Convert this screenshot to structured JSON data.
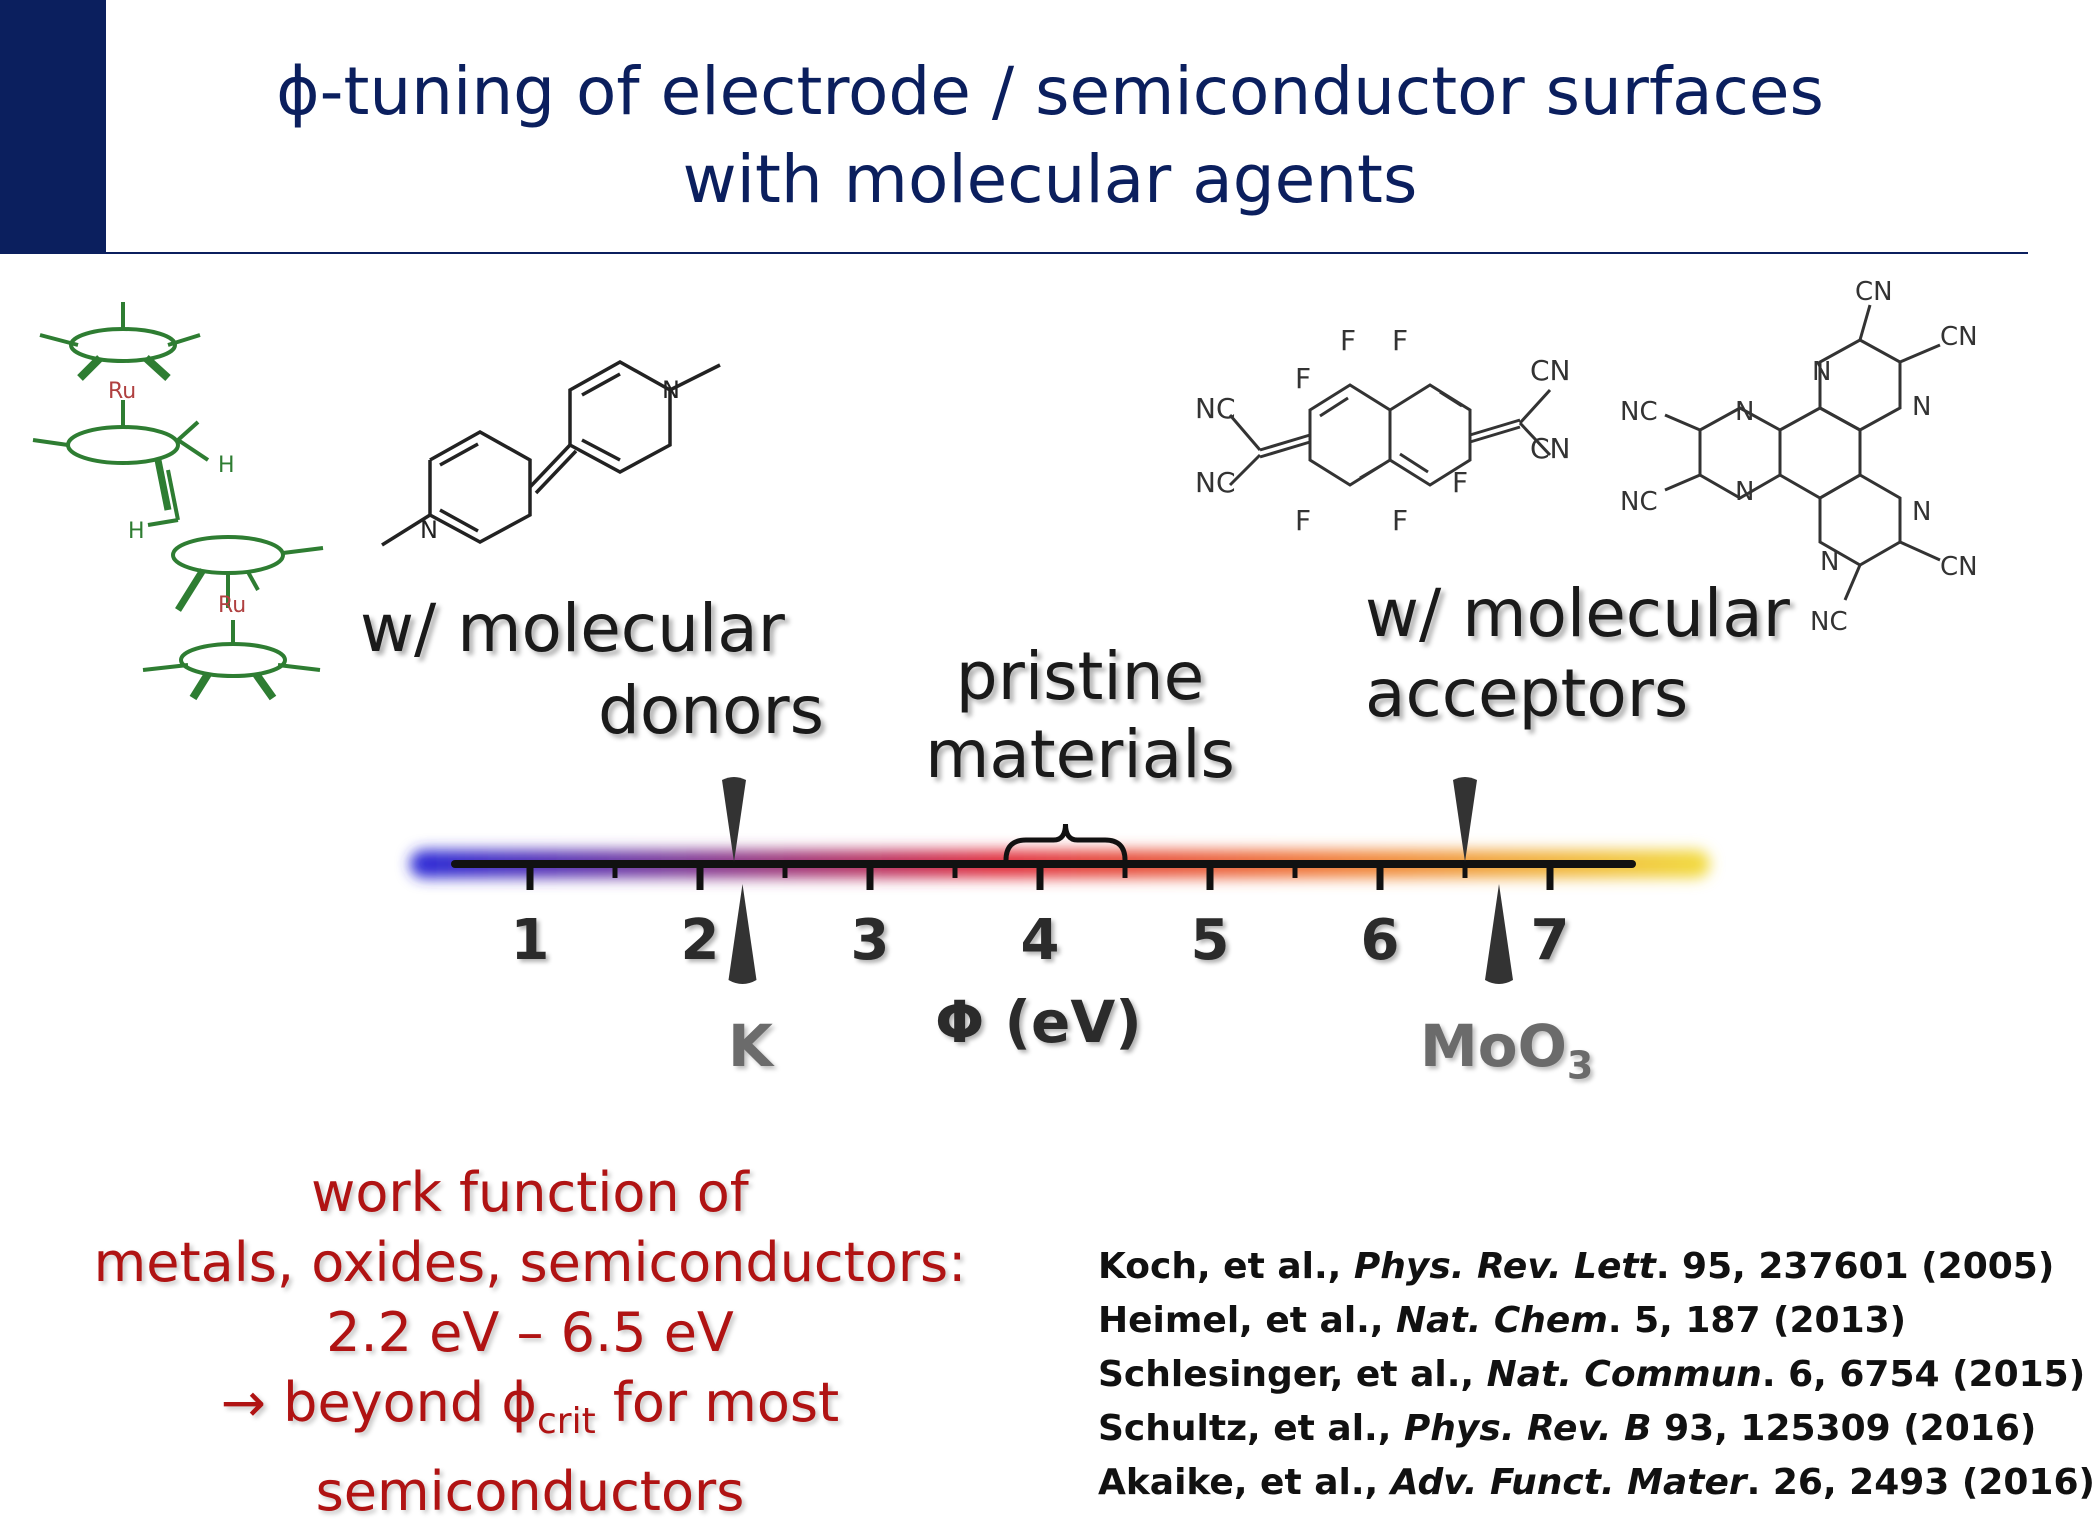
{
  "title": {
    "line1": "ϕ-tuning of electrode / semiconductor surfaces",
    "line2": "with molecular agents"
  },
  "donors": {
    "line1": "w/ molecular",
    "line2": "donors"
  },
  "pristine": {
    "line1": "pristine",
    "line2": "materials"
  },
  "acceptors": {
    "line1": "w/ molecular",
    "line2": "acceptors"
  },
  "scale": {
    "ticks": [
      "1",
      "2",
      "3",
      "4",
      "5",
      "6",
      "7"
    ],
    "axis_label": "Φ (eV)",
    "markers": [
      {
        "label": "K",
        "value": 2.25
      },
      {
        "label": "MoO3",
        "value": 6.7
      }
    ],
    "donor_marker_value": 2.2,
    "acceptor_marker_value": 6.5,
    "pristine_range": [
      3.8,
      4.5
    ]
  },
  "structures": {
    "ru_dimer_atoms": {
      "ru_top": "Ru",
      "ru_bottom": "Ru",
      "h1": "H",
      "h2": "H"
    },
    "bipyridinylidene_atoms": {
      "n1": "N",
      "n2": "N"
    },
    "f6tcnnq_atoms": {
      "f": "F",
      "nc": "NC",
      "cn": "CN"
    },
    "hatcn_atoms": {
      "n": "N",
      "nc": "NC",
      "cn": "CN"
    }
  },
  "summary": {
    "line1": "work function of",
    "line2": "metals, oxides, semiconductors:",
    "line3": "2.2 eV –  6.5 eV",
    "line4_prefix": "→ beyond ϕ",
    "line4_sub": "crit",
    "line4_suffix": " for most",
    "line5": "semiconductors"
  },
  "references": [
    {
      "authors": "Koch, et al., ",
      "journal": "Phys. Rev. Lett",
      "rest": ". 95, 237601 (2005)"
    },
    {
      "authors": "Heimel, et al., ",
      "journal": "Nat. Chem",
      "rest": ". 5, 187 (2013)"
    },
    {
      "authors": "Schlesinger, et al., ",
      "journal": "Nat. Commun",
      "rest": ". 6, 6754 (2015)"
    },
    {
      "authors": "Schultz, et al., ",
      "journal": "Phys. Rev. B",
      "rest": " 93, 125309 (2016)"
    },
    {
      "authors": "Akaike, et al., ",
      "journal": "Adv. Funct. Mater",
      "rest": ". 26, 2493 (2016)"
    }
  ],
  "colors": {
    "title": "#0b1f5e",
    "corner_block": "#0b1f5e",
    "summary_text": "#b01313",
    "ru_structure": "#2e7d32"
  }
}
